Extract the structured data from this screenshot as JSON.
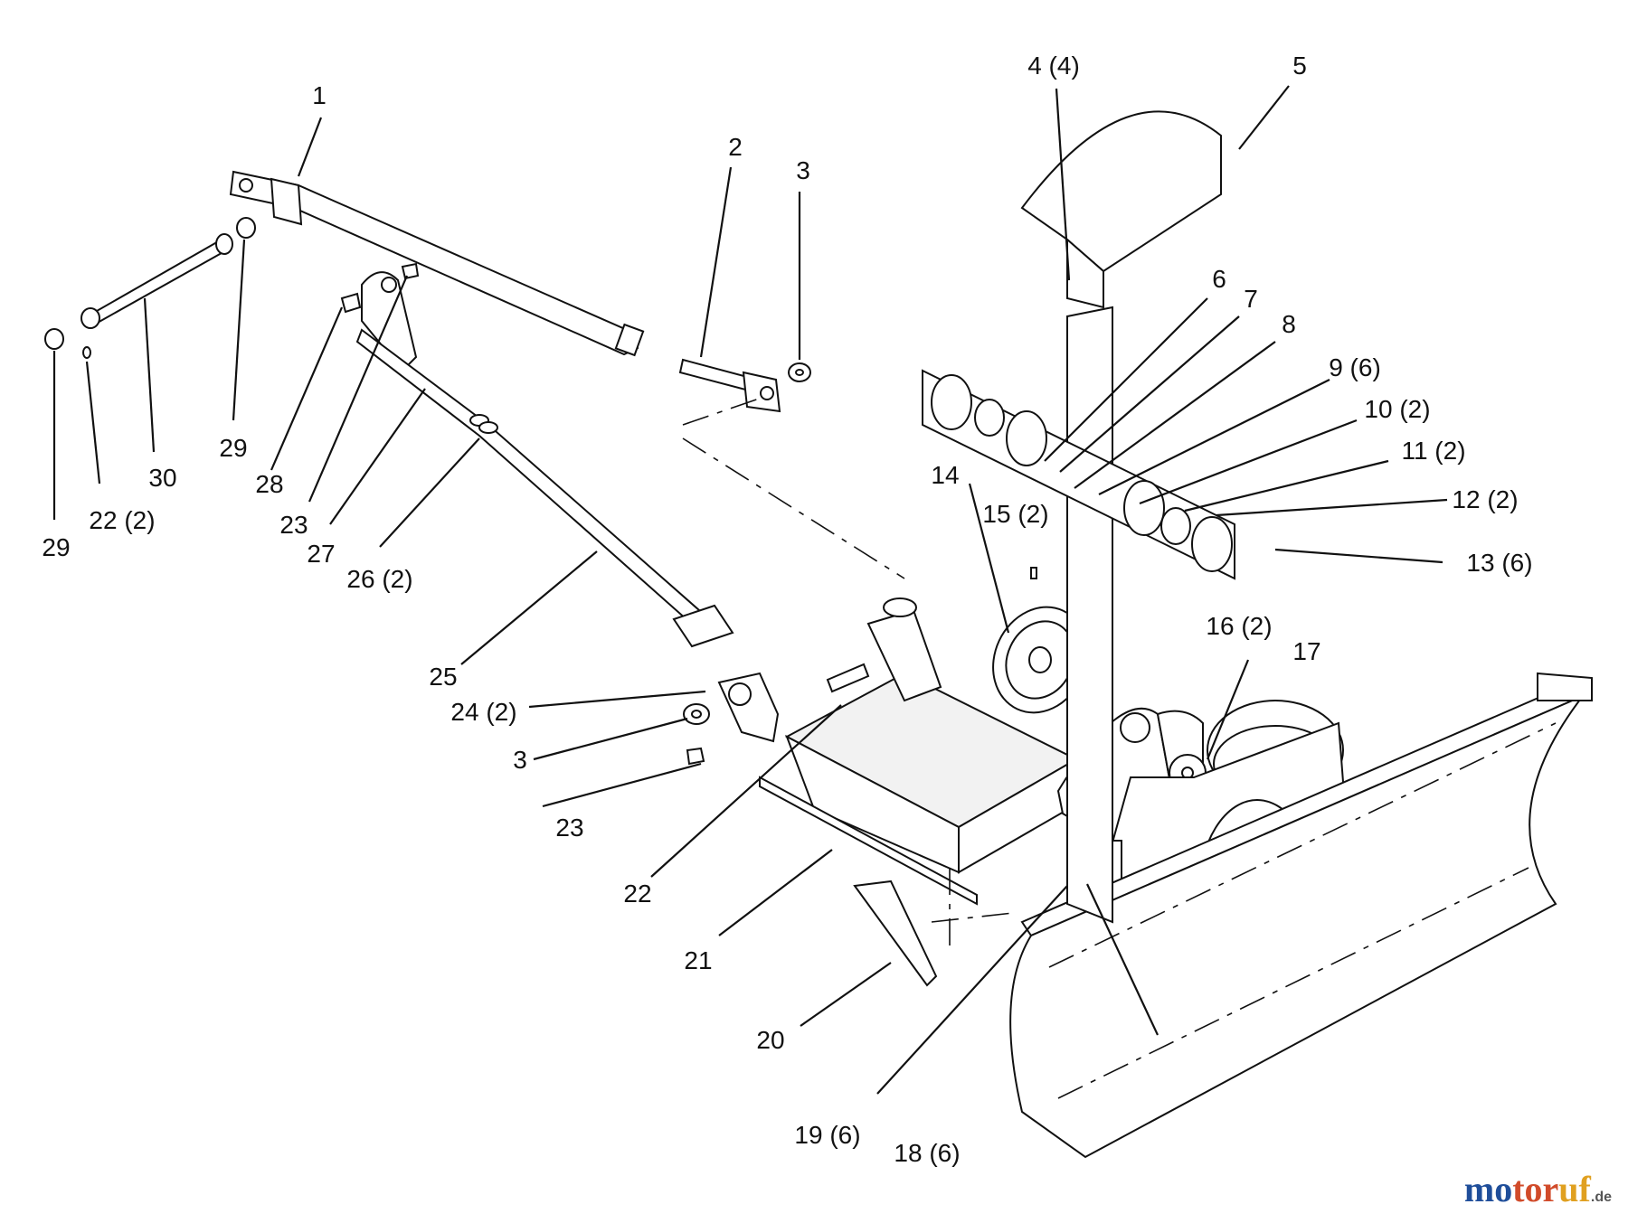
{
  "callouts": [
    {
      "id": "c1",
      "text": "1"
    },
    {
      "id": "c2",
      "text": "2"
    },
    {
      "id": "c3a",
      "text": "3"
    },
    {
      "id": "c4",
      "text": "4 (4)"
    },
    {
      "id": "c5",
      "text": "5"
    },
    {
      "id": "c6",
      "text": "6"
    },
    {
      "id": "c7",
      "text": "7"
    },
    {
      "id": "c8",
      "text": "8"
    },
    {
      "id": "c9",
      "text": "9 (6)"
    },
    {
      "id": "c10",
      "text": "10 (2)"
    },
    {
      "id": "c11",
      "text": "11 (2)"
    },
    {
      "id": "c12",
      "text": "12 (2)"
    },
    {
      "id": "c13",
      "text": "13 (6)"
    },
    {
      "id": "c14",
      "text": "14"
    },
    {
      "id": "c15",
      "text": "15 (2)"
    },
    {
      "id": "c16",
      "text": "16 (2)"
    },
    {
      "id": "c17",
      "text": "17"
    },
    {
      "id": "c18",
      "text": "18 (6)"
    },
    {
      "id": "c19",
      "text": "19 (6)"
    },
    {
      "id": "c20",
      "text": "20"
    },
    {
      "id": "c21",
      "text": "21"
    },
    {
      "id": "c22b",
      "text": "22"
    },
    {
      "id": "c23b",
      "text": "23"
    },
    {
      "id": "c3b",
      "text": "3"
    },
    {
      "id": "c24",
      "text": "24 (2)"
    },
    {
      "id": "c25",
      "text": "25"
    },
    {
      "id": "c26",
      "text": "26 (2)"
    },
    {
      "id": "c27",
      "text": "27"
    },
    {
      "id": "c23a",
      "text": "23"
    },
    {
      "id": "c28",
      "text": "28"
    },
    {
      "id": "c29a",
      "text": "29"
    },
    {
      "id": "c30",
      "text": "30"
    },
    {
      "id": "c22a",
      "text": "22 (2)"
    },
    {
      "id": "c29b",
      "text": "29"
    }
  ],
  "watermark": {
    "part_a": "mo",
    "part_b": "tor",
    "part_c": "uf",
    "suffix": ".de"
  }
}
